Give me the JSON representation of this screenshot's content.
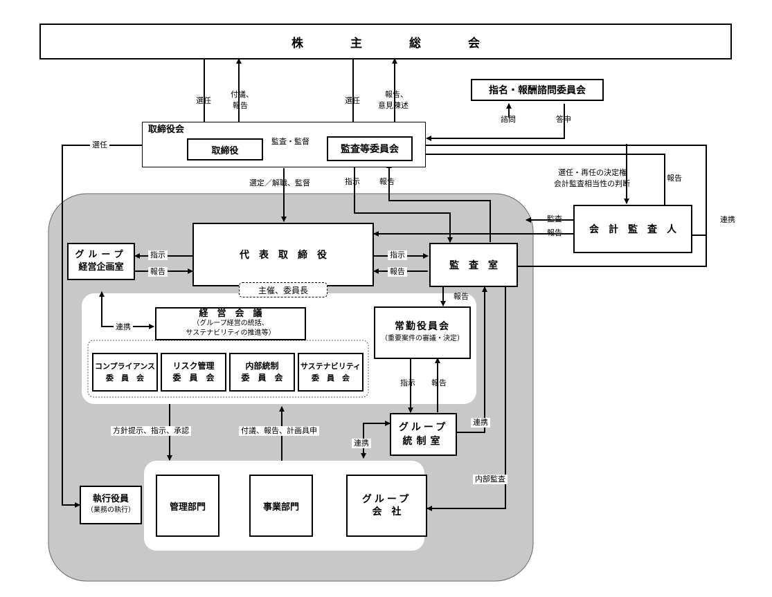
{
  "shareholders": "株　　　　主　　　　総　　　　会",
  "nomination_committee": "指名・報酬諮問委員会",
  "board": {
    "group": "取締役会",
    "directors": "取締役",
    "audit_committee": "監査等委員会"
  },
  "representative": "代　表　取　締　役",
  "chair_label": "主催、委員長",
  "group_planning": {
    "line1": "グループ",
    "line2": "経営企画室"
  },
  "audit_office": "監　査　室",
  "accounting_auditor": "会　計　監　査　人",
  "management_meeting": {
    "title": "経　営　会　議",
    "sub1": "（グループ経営の統括、",
    "sub2": "サステナビリティの推進等）"
  },
  "committees": [
    {
      "line1": "コンプライアンス",
      "line2": "委　員　会"
    },
    {
      "line1": "リスク管理",
      "line2": "委　員　会"
    },
    {
      "line1": "内部統制",
      "line2": "委　員　会"
    },
    {
      "line1": "サステナビリティ",
      "line2": "委　員　会"
    }
  ],
  "standing_board": {
    "title": "常勤役員会",
    "sub": "（重要案件の審議・決定）"
  },
  "group_control": {
    "line1": "グループ",
    "line2": "統制室"
  },
  "executive_officers": {
    "title": "執行役員",
    "sub": "（業務の執行）"
  },
  "departments": {
    "admin": "管理部門",
    "business": "事業部門",
    "group_companies_1": "グループ",
    "group_companies_2": "会　社"
  },
  "labels": {
    "elect_1": "選任",
    "report_1a": "付議、",
    "report_1b": "報告",
    "elect_2": "選任",
    "report_2a": "報告、",
    "report_2b": "意見陳述",
    "consult": "諮問",
    "answer": "答申",
    "elect_left": "選任",
    "audit_supervise": "監査・監督",
    "select_dismiss": "選定／解職、監督",
    "instruct_1": "指示",
    "report_3": "報告",
    "auditor_decision_1": "選任・再任の決定権",
    "auditor_decision_2": "会計監査相当性の判断",
    "report_4": "報告",
    "audit": "監査",
    "report_5": "報告",
    "coop_right": "連携",
    "instruct_2": "指示",
    "report_6": "報告",
    "instruct_3": "指示",
    "report_7": "報告",
    "report_8": "報告",
    "coop_1": "連携",
    "instruct_4": "指示",
    "report_9": "報告",
    "policy": "方針提示、指示、承認",
    "proposal": "付議、報告、計画具申",
    "coop_2": "連携",
    "coop_3": "連携",
    "internal_audit": "内部監査"
  }
}
